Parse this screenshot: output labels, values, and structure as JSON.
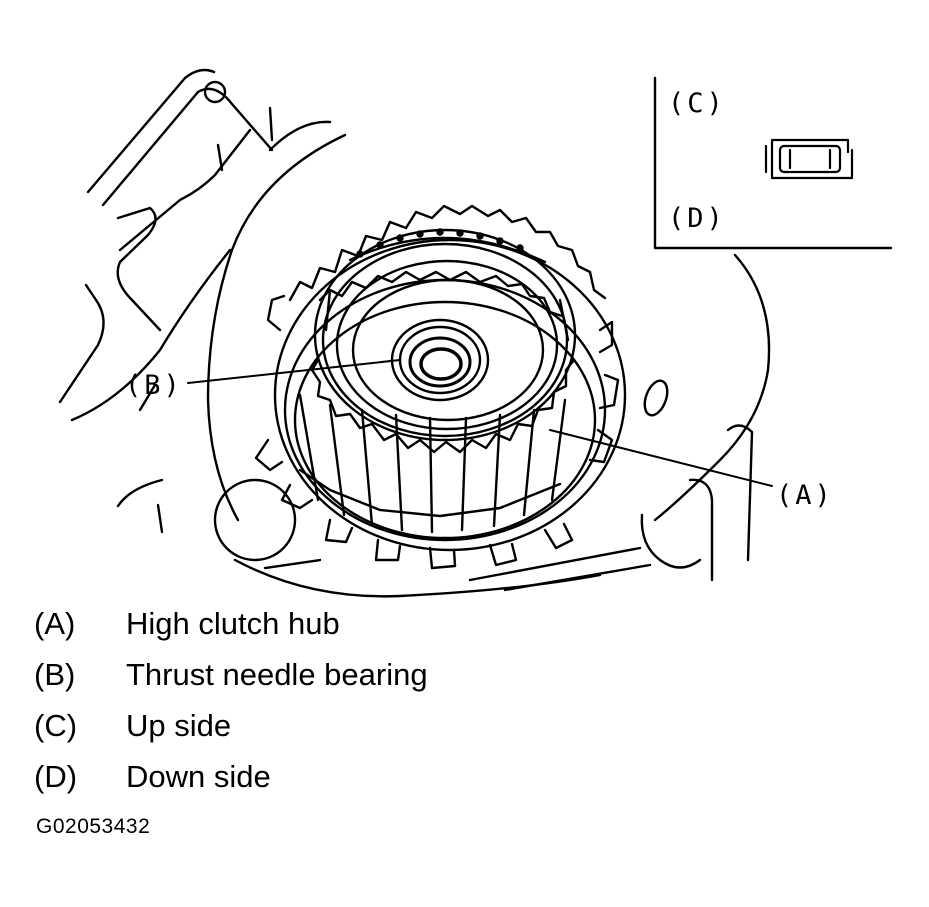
{
  "callouts": {
    "a": "(A)",
    "b": "(B)",
    "c": "(C)",
    "d": "(D)"
  },
  "legend": [
    {
      "key": "(A)",
      "text": "High clutch hub"
    },
    {
      "key": "(B)",
      "text": "Thrust needle bearing"
    },
    {
      "key": "(C)",
      "text": "Up side"
    },
    {
      "key": "(D)",
      "text": "Down side"
    }
  ],
  "figure_id": "G02053432"
}
